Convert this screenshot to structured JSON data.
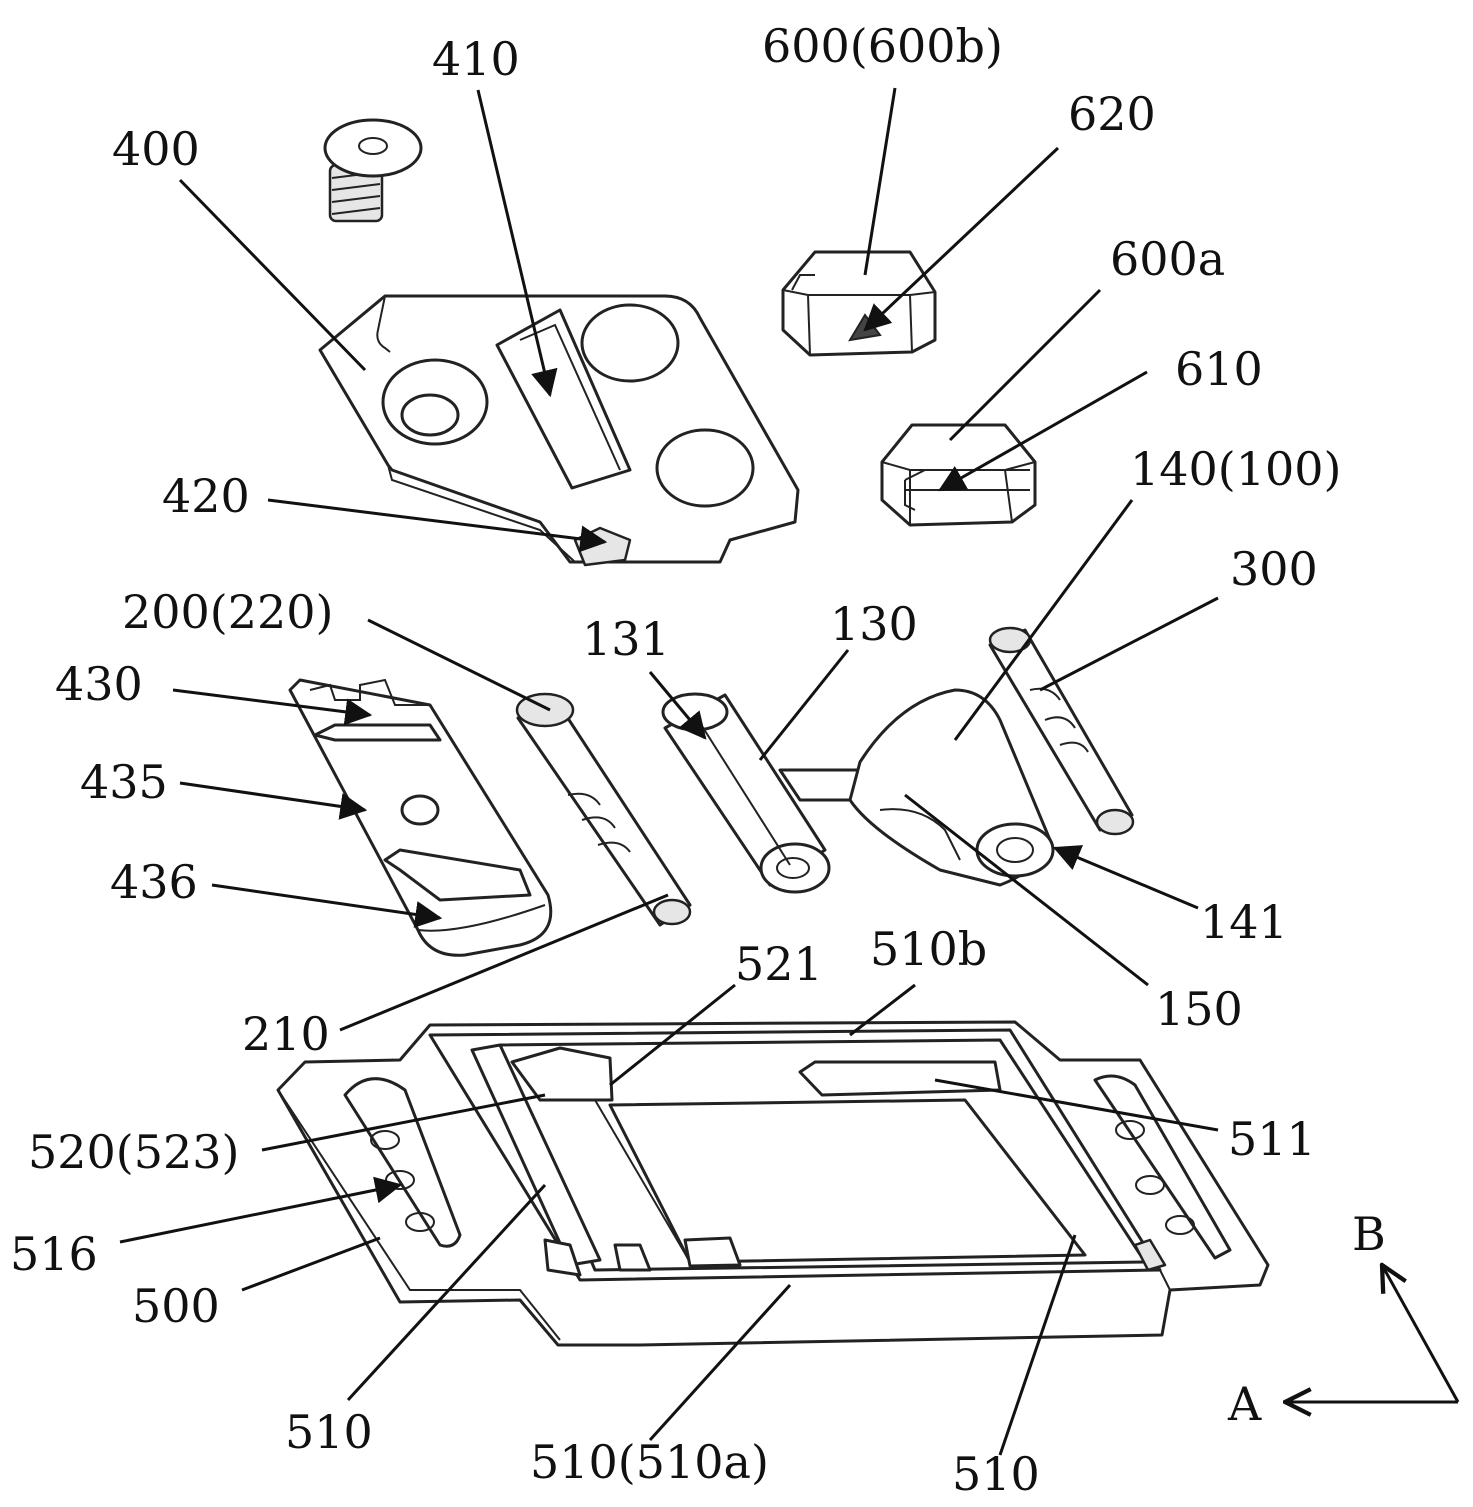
{
  "labels": {
    "l400": "400",
    "l410": "410",
    "l600": "600(600b)",
    "l620": "620",
    "l600a": "600a",
    "l610": "610",
    "l140": "140(100)",
    "l300": "300",
    "l420": "420",
    "l200": "200(220)",
    "l131": "131",
    "l130": "130",
    "l430": "430",
    "l435": "435",
    "l436": "436",
    "l141": "141",
    "l150": "150",
    "l210": "210",
    "l521": "521",
    "l510b": "510b",
    "l520": "520(523)",
    "l511": "511",
    "l516": "516",
    "l500": "500",
    "l510_left": "510",
    "l510a": "510(510a)",
    "l510_right": "510",
    "axis_a": "A",
    "axis_b": "B"
  }
}
